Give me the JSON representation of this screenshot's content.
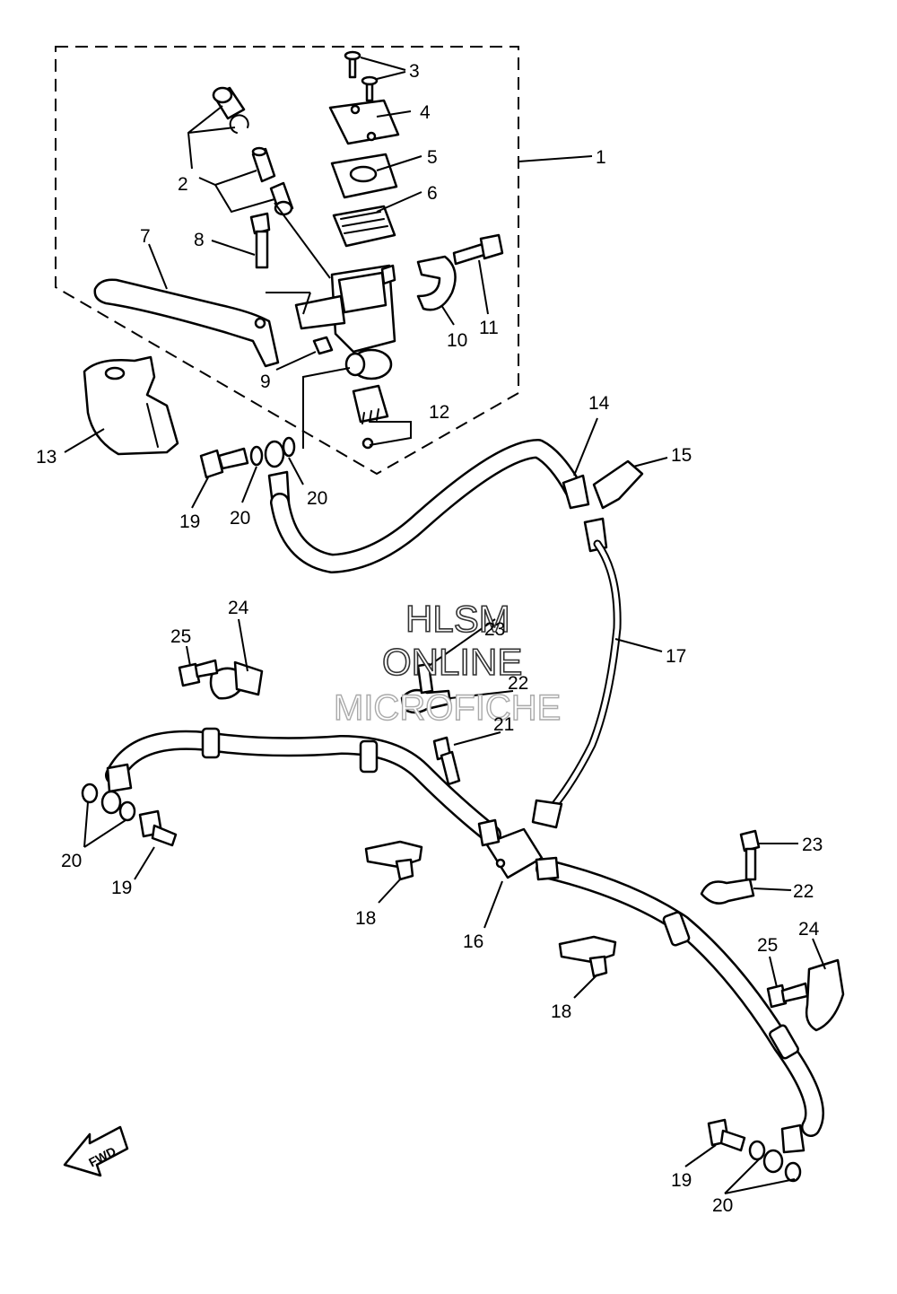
{
  "callouts": {
    "c1": "1",
    "c2": "2",
    "c3": "3",
    "c4": "4",
    "c5": "5",
    "c6": "6",
    "c7": "7",
    "c8": "8",
    "c9": "9",
    "c10": "10",
    "c11": "11",
    "c12": "12",
    "c13": "13",
    "c14": "14",
    "c15": "15",
    "c16": "16",
    "c17": "17",
    "c18a": "18",
    "c18b": "18",
    "c19a": "19",
    "c19b": "19",
    "c19c": "19",
    "c20a": "20",
    "c20b": "20",
    "c20c": "20",
    "c20d": "20",
    "c21": "21",
    "c22a": "22",
    "c22b": "22",
    "c23a": "23",
    "c23b": "23",
    "c24a": "24",
    "c24b": "24",
    "c25a": "25",
    "c25b": "25"
  },
  "watermark": {
    "line1": "HLSM",
    "line2": "ONLINE",
    "line3": "MICROFICHE"
  },
  "fwd_label": "FWD"
}
